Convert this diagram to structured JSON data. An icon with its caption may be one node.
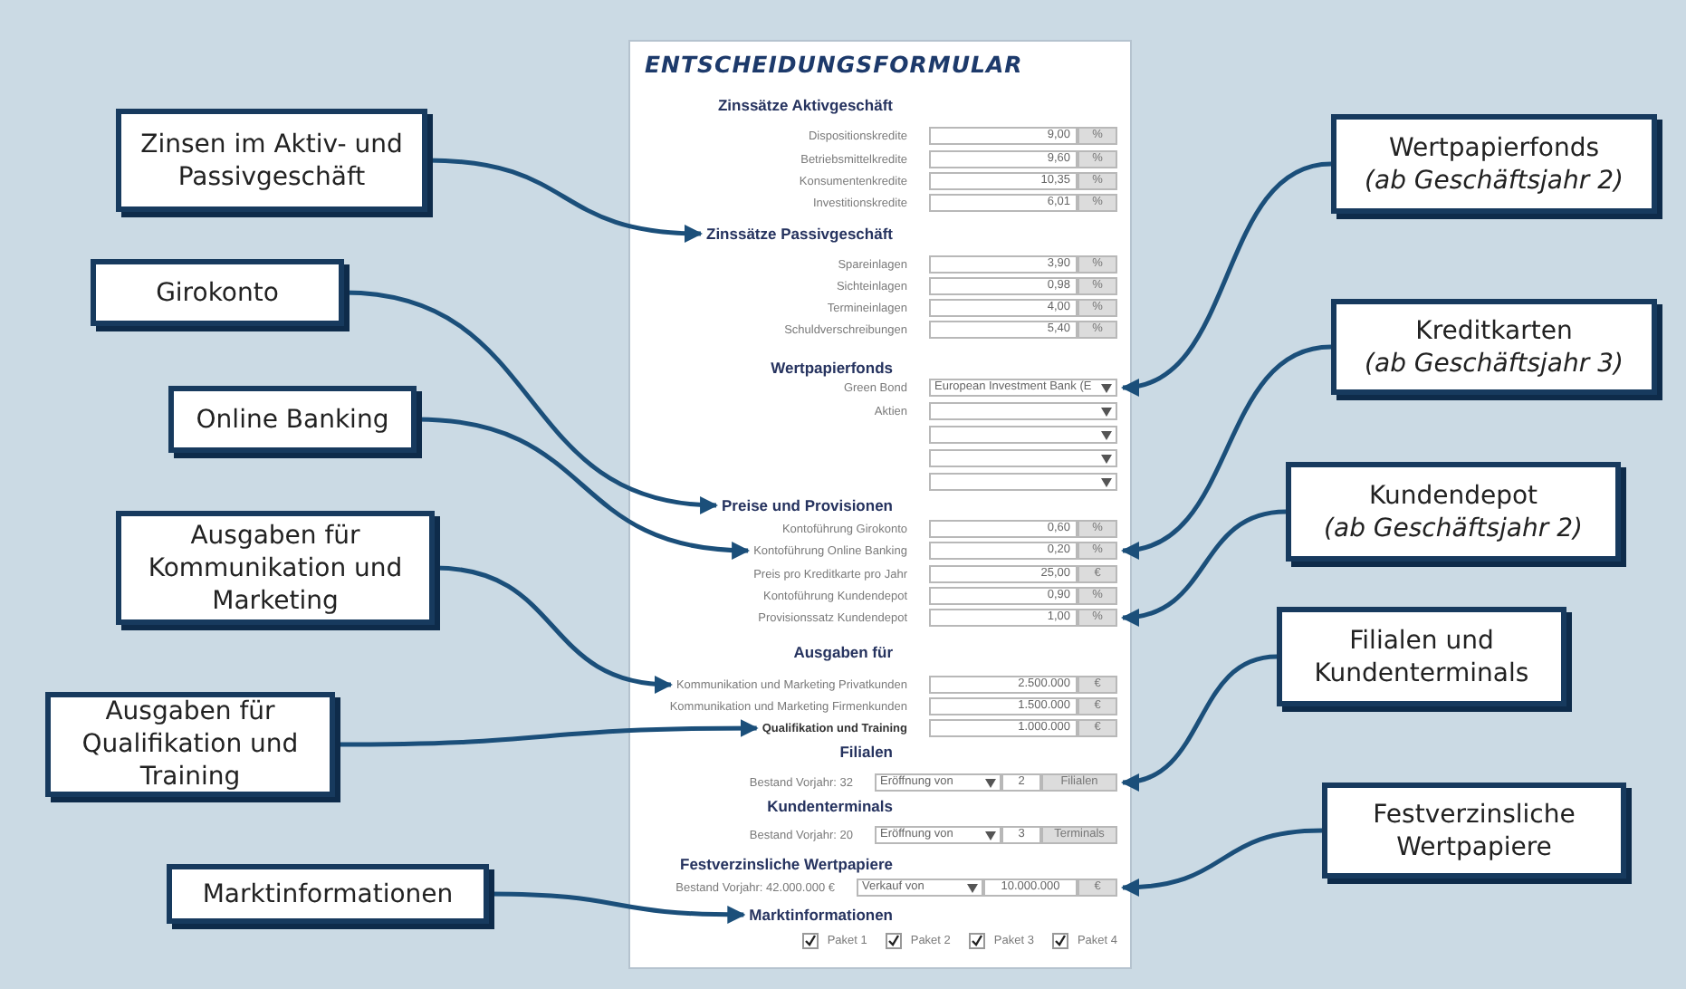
{
  "diagram": {
    "nodes": [
      {
        "text": [
          "ENTSCHEIDUNGSFORMULAR"
        ]
      },
      {
        "text": [
          "Zinssätze Aktivgeschäft"
        ],
        "in": 0
      },
      {
        "text": [
          "Dispositionskredite",
          "9,00",
          "%"
        ],
        "in": 0
      },
      {
        "text": [
          "Betriebsmittelkredite",
          "9,60",
          "%"
        ],
        "in": 0
      },
      {
        "text": [
          "Konsumentenkredite",
          "10,35",
          "%"
        ],
        "in": 0
      },
      {
        "text": [
          "Investitionskredite",
          "6,01",
          "%"
        ],
        "in": 0
      },
      {
        "text": [
          "Zinssätze Passivgeschäft"
        ],
        "in": 0
      },
      {
        "text": [
          "Spareinlagen",
          "3,90",
          "%"
        ],
        "in": 0
      },
      {
        "text": [
          "Sichteinlagen",
          "0,98",
          "%"
        ],
        "in": 0
      },
      {
        "text": [
          "Termineinlagen",
          "4,00",
          "%"
        ],
        "in": 0
      },
      {
        "text": [
          "Schuldverschreibungen",
          "5,40",
          "%"
        ],
        "in": 0
      },
      {
        "text": [
          "Wertpapierfonds"
        ],
        "in": 0
      },
      {
        "text": [
          "Green Bond",
          "European Investment Bank (E"
        ],
        "in": 0
      },
      {
        "text": [
          "Aktien"
        ],
        "in": 0
      },
      {
        "text": [],
        "shape": "box",
        "in": 0
      },
      {
        "text": [],
        "shape": "box",
        "in": 0
      },
      {
        "text": [],
        "shape": "box",
        "in": 0
      },
      {
        "text": [
          "Preise und Provisionen"
        ],
        "in": 0
      },
      {
        "text": [
          "Kontoführung Girokonto",
          "0,60",
          "%"
        ],
        "in": 0
      },
      {
        "text": [
          "Kontoführung Online Banking",
          "0,20",
          "%"
        ],
        "in": 0
      },
      {
        "text": [
          "Preis pro Kreditkarte pro Jahr",
          "25,00",
          "€"
        ],
        "in": 0
      },
      {
        "text": [
          "Kontoführung Kundendepot",
          "0,90",
          "%"
        ],
        "in": 0
      },
      {
        "text": [
          "Provisionssatz Kundendepot",
          "1,00",
          "%"
        ],
        "in": 0
      },
      {
        "text": [
          "Ausgaben für"
        ],
        "in": 0
      },
      {
        "text": [
          "Kommunikation und Marketing Privatkunden",
          "2.500.000",
          "€"
        ],
        "in": 0
      },
      {
        "text": [
          "Kommunikation und Marketing Firmenkunden",
          "1.500.000",
          "€"
        ],
        "in": 0
      },
      {
        "text": [
          "Qualifikation und Training",
          "1.000.000",
          "€"
        ],
        "in": 0
      },
      {
        "text": [
          "Filialen"
        ],
        "in": 0
      },
      {
        "text": [
          "Bestand Vorjahr: 32",
          "Eröffnung von",
          "2",
          "Filialen"
        ],
        "in": 0
      },
      {
        "text": [
          "Kundenterminals"
        ],
        "in": 0
      },
      {
        "text": [
          "Bestand Vorjahr: 20",
          "Eröffnung von",
          "3",
          "Terminals"
        ],
        "in": 0
      },
      {
        "text": [
          "Festverzinsliche Wertpapiere"
        ],
        "in": 0
      },
      {
        "text": [
          "Bestand Vorjahr: 42.000.000 €",
          "Verkauf von",
          "10.000.000",
          "€"
        ],
        "in": 0
      },
      {
        "text": [
          "Marktinformationen"
        ],
        "in": 0
      },
      {
        "text": [
          "Paket 1",
          "Paket 2",
          "Paket 3",
          "Paket 4"
        ],
        "in": 0
      },
      {
        "text": [
          "Zinsen im Aktiv- und Passivgeschäft"
        ]
      },
      {
        "text": [
          "Girokonto"
        ]
      },
      {
        "text": [
          "Online Banking"
        ]
      },
      {
        "text": [
          "Ausgaben für Kommunikation und Marketing"
        ]
      },
      {
        "text": [
          "Ausgaben für Qualifikation und Training"
        ]
      },
      {
        "text": [
          "Marktinformationen"
        ]
      },
      {
        "text": [
          "Wertpapierfonds",
          "(ab Geschäftsjahr 2)"
        ]
      },
      {
        "text": [
          "Kreditkarten",
          "(ab Geschäftsjahr 3)"
        ]
      },
      {
        "text": [
          "Kundendepot",
          "(ab Geschäftsjahr 2)"
        ]
      },
      {
        "text": [
          "Filialen und Kundenterminals"
        ]
      },
      {
        "text": [
          "Festverzinsliche Wertpapiere"
        ]
      }
    ],
    "edges": [
      {
        "from": 35,
        "to": 6,
        "arrow": "to"
      },
      {
        "from": 36,
        "to": 17,
        "arrow": "to"
      },
      {
        "from": 37,
        "to": 19,
        "arrow": "to"
      },
      {
        "from": 38,
        "to": 24,
        "arrow": "to"
      },
      {
        "from": 39,
        "to": 26,
        "arrow": "to"
      },
      {
        "from": 40,
        "to": 33,
        "arrow": "to"
      },
      {
        "from": 41,
        "to": 12,
        "arrow": "to"
      },
      {
        "from": 42,
        "to": 19,
        "arrow": "to"
      },
      {
        "from": 43,
        "to": 22,
        "arrow": "to"
      },
      {
        "from": 44,
        "to": 28,
        "arrow": "to"
      },
      {
        "from": 45,
        "to": 32,
        "arrow": "to"
      }
    ]
  }
}
